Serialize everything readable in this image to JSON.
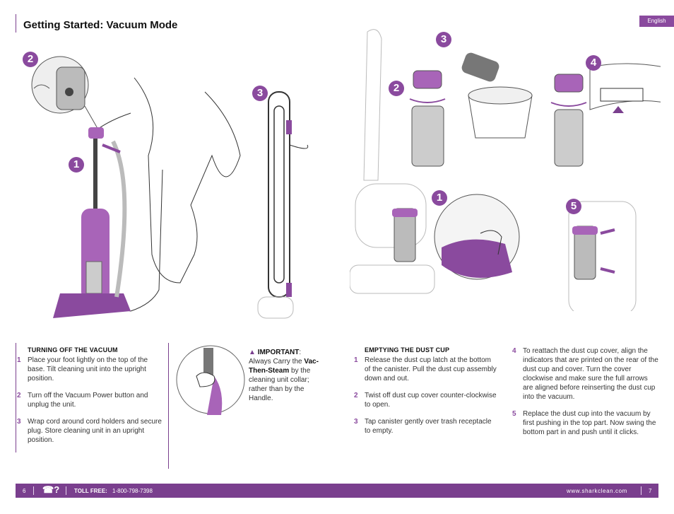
{
  "header": {
    "title": "Getting Started: Vacuum Mode",
    "language": "English"
  },
  "figures": {
    "left_badges": [
      "1",
      "2",
      "3"
    ],
    "right_badges": [
      "1",
      "2",
      "3",
      "4",
      "5"
    ]
  },
  "turning_off": {
    "heading": "TURNING OFF THE VACUUM",
    "steps": [
      {
        "num": "1",
        "text": "Place your foot lightly on the top of the base. Tilt cleaning unit into the upright position."
      },
      {
        "num": "2",
        "text": "Turn off the Vacuum Power button and unplug the unit."
      },
      {
        "num": "3",
        "text": "Wrap cord around cord holders and secure plug. Store cleaning unit in an upright position."
      }
    ]
  },
  "important": {
    "label": "IMPORTANT",
    "text_before": ": Always Carry the ",
    "highlight": "Vac-Then-Steam",
    "text_after": " by the cleaning unit collar; rather than by the Handle."
  },
  "emptying": {
    "heading": "EMPTYING THE DUST CUP",
    "steps": [
      {
        "num": "1",
        "text": "Release the dust cup latch at the bottom of the canister. Pull the dust cup assembly down and out."
      },
      {
        "num": "2",
        "text": "Twist off dust cup cover counter-clockwise to open."
      },
      {
        "num": "3",
        "text": "Tap canister gently over trash receptacle to empty."
      }
    ]
  },
  "reattach": {
    "steps": [
      {
        "num": "4",
        "text": "To reattach the dust cup cover, align the indicators that are printed on the rear of the dust cup and cover. Turn the cover clockwise and make sure the full arrows are aligned before reinserting the dust cup into the vacuum."
      },
      {
        "num": "5",
        "text": "Replace the dust cup into the vacuum by first pushing in the top part. Now swing the bottom part in and push until it clicks."
      }
    ]
  },
  "footer": {
    "page_left": "6",
    "phone_icon": "☎?",
    "toll_free_label": "TOLL FREE:",
    "toll_free_number": "1-800-798-7398",
    "website": "www.sharkclean.com",
    "page_right": "7"
  },
  "colors": {
    "accent": "#8a4a9e",
    "dark_accent": "#7a3f8e"
  }
}
